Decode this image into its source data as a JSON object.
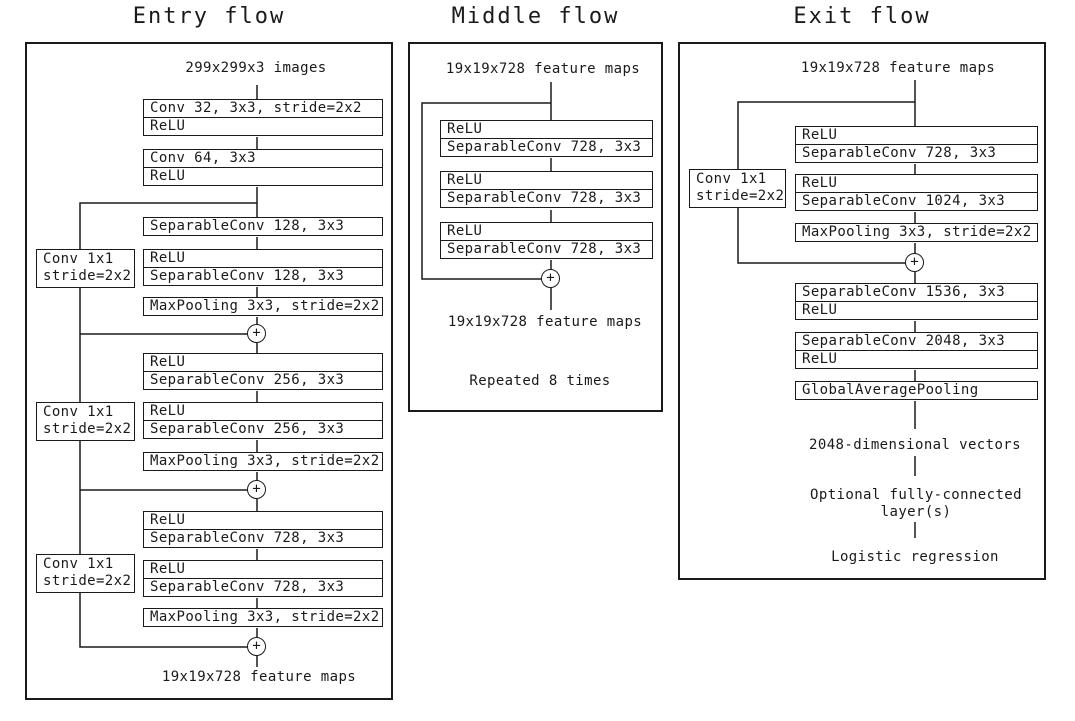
{
  "symbols": {
    "add": "+"
  },
  "colors": {
    "ink": "#1a1a1a",
    "background": "#ffffff"
  },
  "entry": {
    "title": "Entry flow",
    "input_label": "299x299x3 images",
    "boxes": [
      {
        "rows": [
          "Conv 32, 3x3, stride=2x2",
          "ReLU"
        ]
      },
      {
        "rows": [
          "Conv 64, 3x3",
          "ReLU"
        ]
      },
      {
        "rows": [
          "SeparableConv 128, 3x3"
        ]
      },
      {
        "rows": [
          "ReLU",
          "SeparableConv 128, 3x3"
        ]
      },
      {
        "rows": [
          "MaxPooling 3x3, stride=2x2"
        ]
      },
      {
        "rows": [
          "ReLU",
          "SeparableConv 256, 3x3"
        ]
      },
      {
        "rows": [
          "ReLU",
          "SeparableConv 256, 3x3"
        ]
      },
      {
        "rows": [
          "MaxPooling 3x3, stride=2x2"
        ]
      },
      {
        "rows": [
          "ReLU",
          "SeparableConv 728, 3x3"
        ]
      },
      {
        "rows": [
          "ReLU",
          "SeparableConv 728, 3x3"
        ]
      },
      {
        "rows": [
          "MaxPooling 3x3, stride=2x2"
        ]
      }
    ],
    "shortcuts": [
      "Conv 1x1\nstride=2x2",
      "Conv 1x1\nstride=2x2",
      "Conv 1x1\nstride=2x2"
    ],
    "output_label": "19x19x728 feature maps"
  },
  "middle": {
    "title": "Middle flow",
    "input_label": "19x19x728 feature maps",
    "boxes": [
      {
        "rows": [
          "ReLU",
          "SeparableConv 728, 3x3"
        ]
      },
      {
        "rows": [
          "ReLU",
          "SeparableConv 728, 3x3"
        ]
      },
      {
        "rows": [
          "ReLU",
          "SeparableConv 728, 3x3"
        ]
      }
    ],
    "output_label": "19x19x728 feature maps",
    "note": "Repeated 8 times"
  },
  "exit": {
    "title": "Exit flow",
    "input_label": "19x19x728 feature maps",
    "shortcut": "Conv 1x1\nstride=2x2",
    "boxes": [
      {
        "rows": [
          "ReLU",
          "SeparableConv 728, 3x3"
        ]
      },
      {
        "rows": [
          "ReLU",
          "SeparableConv 1024, 3x3"
        ]
      },
      {
        "rows": [
          "MaxPooling 3x3, stride=2x2"
        ]
      },
      {
        "rows": [
          "SeparableConv 1536, 3x3",
          "ReLU"
        ]
      },
      {
        "rows": [
          "SeparableConv 2048, 3x3",
          "ReLU"
        ]
      },
      {
        "rows": [
          "GlobalAveragePooling"
        ]
      }
    ],
    "vectors_label": "2048-dimensional vectors",
    "fc_label": "Optional fully-connected\nlayer(s)",
    "logistic_label": "Logistic regression"
  }
}
